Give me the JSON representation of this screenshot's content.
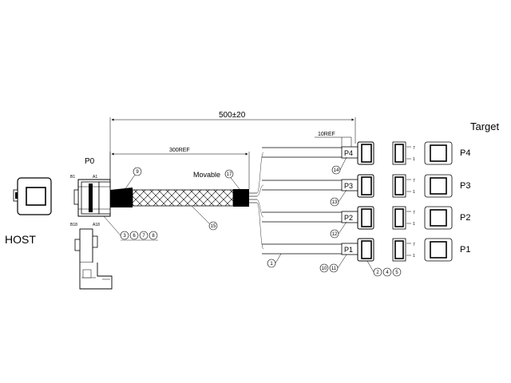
{
  "labels": {
    "target": "Target",
    "host": "HOST",
    "p0": "P0",
    "dim_total": "500±20",
    "dim_braid": "300REF",
    "dim_tail": "10REF",
    "movable": "Movable"
  },
  "pins": {
    "b1": "B1",
    "a1": "A1",
    "b18": "B18",
    "a18": "A18"
  },
  "ports": [
    "P4",
    "P3",
    "P2",
    "P1"
  ],
  "port_pins": {
    "top": "7",
    "bottom": "1"
  },
  "callouts": {
    "c9": "9",
    "c17": "17",
    "c15": "15",
    "c14": "14",
    "c13": "13",
    "c12": "12",
    "c1": "1",
    "c3": "3",
    "c6": "6",
    "c7": "7",
    "c8": "8",
    "c10": "10",
    "c11": "11",
    "c2": "2",
    "c4": "4",
    "c5": "5"
  }
}
